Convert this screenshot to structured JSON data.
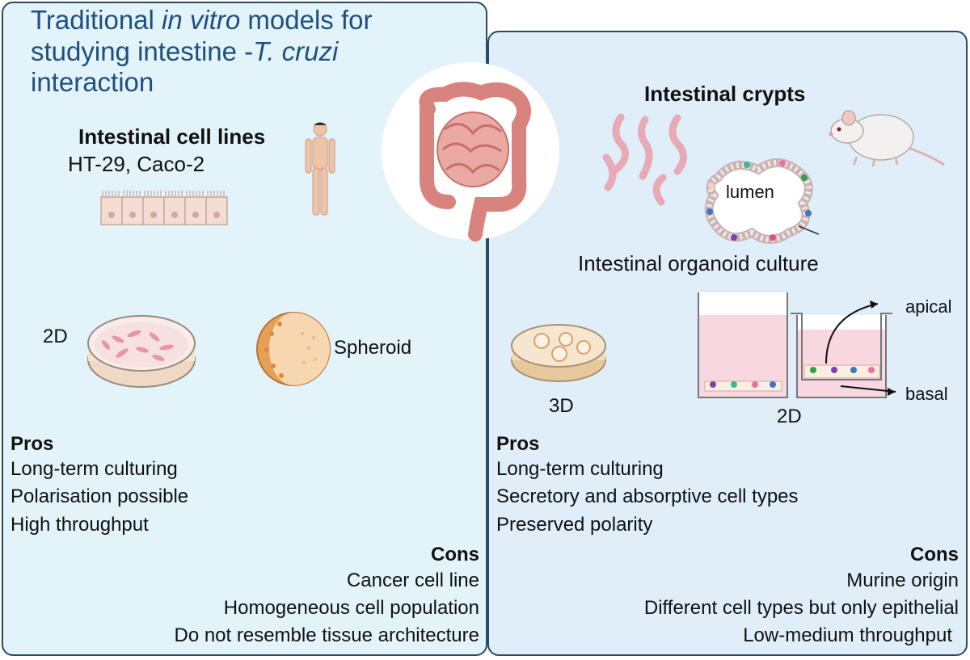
{
  "left": {
    "title_line1": "Traditional ",
    "title_italic1": "in vitro",
    "title_line1_end": " models for",
    "title_line2": "studying intestine -",
    "title_italic2": "T. cruzi",
    "title_line3": "interaction",
    "cell_lines_heading": "Intestinal cell lines",
    "cell_lines_names": "HT-29, Caco-2",
    "label_2d": "2D",
    "label_spheroid": "Spheroid",
    "pros_heading": "Pros",
    "pros": [
      "Long-term culturing",
      "Polarisation possible",
      "High throughput"
    ],
    "cons_heading": "Cons",
    "cons": [
      "Cancer cell line",
      "Homogeneous cell population",
      "Do not resemble tissue architecture"
    ]
  },
  "right": {
    "crypts_heading": "Intestinal crypts",
    "lumen_label": "lumen",
    "organoid_title": "Intestinal organoid culture",
    "label_3d": "3D",
    "label_2d": "2D",
    "label_apical": "apical",
    "label_basal": "basal",
    "pros_heading": "Pros",
    "pros": [
      "Long-term culturing",
      "Secretory and absorptive cell types",
      "Preserved polarity"
    ],
    "cons_heading": "Cons",
    "cons": [
      "Murine origin",
      "Different cell types but only epithelial",
      "Low-medium throughput"
    ]
  },
  "colors": {
    "left_panel_bg": "#e2f3f9",
    "right_panel_bg": "#dfeef9",
    "panel_border": "#2b4a63",
    "title_color": "#1f4f80",
    "tissue_pink": "#e79a96"
  },
  "icons": [
    "human-figure-icon",
    "intestine-icon",
    "petri-dish-icon",
    "spheroid-icon",
    "mouse-icon",
    "crypt-icon",
    "organoid-icon",
    "transwell-icon"
  ]
}
